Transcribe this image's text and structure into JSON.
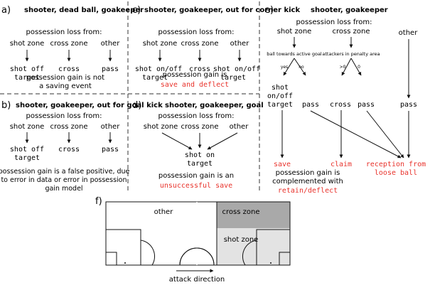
{
  "panel_a": {
    "label": "a)",
    "title": "shooter, dead ball, goakeeper",
    "subtitle": "possession loss from:",
    "sources": [
      "shot zone",
      "cross zone",
      "other"
    ],
    "outcomes": [
      "shot off",
      "target",
      "cross",
      "pass"
    ],
    "note": [
      "possession gain is not",
      "a saving event"
    ]
  },
  "panel_b": {
    "label": "b)",
    "title": "shooter, goakeeper, out for goal kick",
    "subtitle": "possession loss from:",
    "sources": [
      "shot zone",
      "cross zone",
      "other"
    ],
    "outcomes": [
      "shot off",
      "target",
      "cross",
      "pass"
    ],
    "note": [
      "possession gain is a false positive, due",
      "to error in data or error in possession",
      "gain model"
    ]
  },
  "panel_c": {
    "label": "c)",
    "title": "shooter, goakeeper, out for corner kick",
    "subtitle": "possession loss from:",
    "sources": [
      "shot zone",
      "cross zone",
      "other"
    ],
    "outcomes": [
      "shot on/off",
      "target",
      "cross",
      "shot on/off",
      "target"
    ],
    "note": "possession gain is",
    "highlight": "save and deflect"
  },
  "panel_d": {
    "label": "d)",
    "title": "shooter, goakeeper, goal",
    "subtitle": "possession loss from:",
    "sources": [
      "shot zone",
      "cross zone",
      "other"
    ],
    "outcomes": [
      "shot on",
      "target"
    ],
    "note": "possession gain is an",
    "highlight": "unsuccessful save"
  },
  "panel_e": {
    "label": "e)",
    "title": "shooter, goakeeper",
    "subtitle": "possession loss from:",
    "sources": [
      "shot zone",
      "cross zone",
      "other"
    ],
    "conditions": [
      "ball towards active goal",
      "attackers in penalty area"
    ],
    "branch_labels": [
      "yes",
      "no",
      ">0",
      "0"
    ],
    "outcomes": [
      "shot",
      "on/off",
      "target",
      "pass",
      "cross",
      "pass",
      "pass"
    ],
    "results": [
      "save",
      "claim",
      "reception from",
      "loose ball"
    ],
    "note": [
      "possession gain is",
      "complemented with"
    ],
    "highlight": "retain/deflect"
  },
  "panel_f": {
    "label": "f)",
    "zones": [
      "other",
      "cross zone",
      "shot zone"
    ],
    "caption": "attack direction"
  },
  "colors": {
    "highlight": "#e8322b",
    "cross_zone": "#a9a9a9",
    "shot_zone": "#e3e3e3",
    "line": "#111111"
  }
}
